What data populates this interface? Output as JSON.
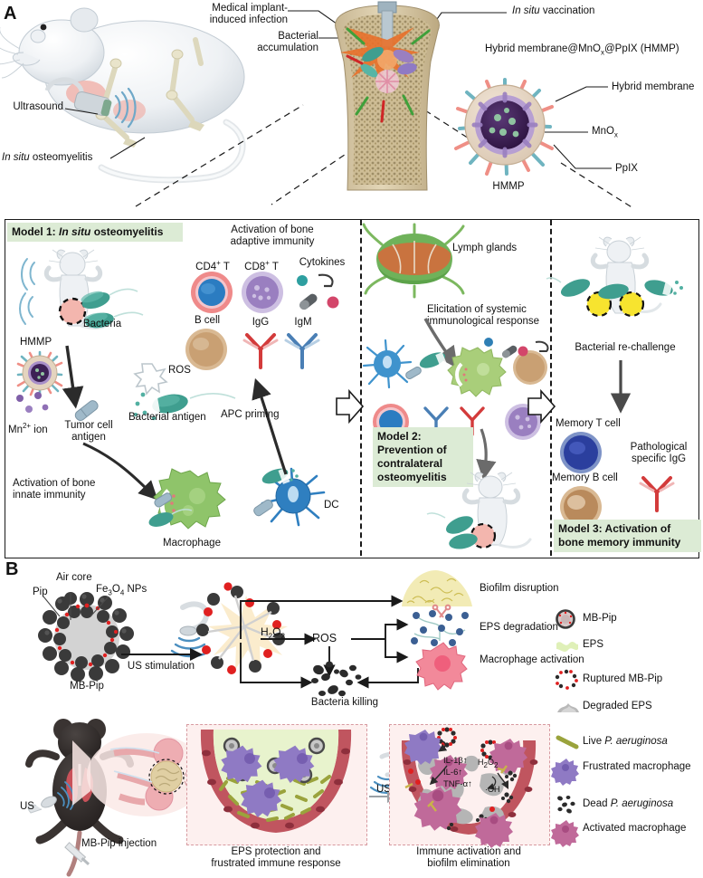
{
  "figure": {
    "panels": [
      {
        "letter": "A"
      },
      {
        "letter": "B"
      }
    ]
  },
  "panel_a": {
    "letter": "A",
    "top_labels": {
      "medical_implant": "Medical implant-\ninduced infection",
      "bacterial_accumulation": "Bacterial\naccumulation",
      "in_situ_vaccination_italic": "In situ",
      "in_situ_vaccination_rest": " vaccination",
      "ultrasound": "Ultrasound",
      "in_situ_osteomyelitis_italic": "In situ",
      "in_situ_osteomyelitis_rest": " osteomyelitis",
      "hmmp_full_name": "Hybrid membrane@MnO",
      "hmmp_full_name_sub": "x",
      "hmmp_full_name_tail": "@PpIX (HMMP)",
      "hybrid_membrane": "Hybrid membrane",
      "mnox": "MnO",
      "mnox_sub": "x",
      "ppix": "PpIX",
      "hmmp": "HMMP"
    },
    "model1": {
      "tag_prefix": "Model 1: ",
      "tag_italic": "In situ",
      "tag_suffix": " osteomyelitis",
      "bacteria": "Bacteria",
      "hmmp": "HMMP",
      "mn_ion_pre": "Mn",
      "mn_ion_sup": "2+",
      "mn_ion_post": " ion",
      "tumor_cell_antigen": "Tumor cell\nantigen",
      "ros": "ROS",
      "bacterial_antigen": "Bacterial antigen",
      "activation_innate": "Activation of bone\ninnate immunity",
      "macrophage": "Macrophage",
      "dc": "DC"
    },
    "adaptive": {
      "title": "Activation of bone\nadaptive immunity",
      "cd4_pre": "CD4",
      "cd4_sup": "+",
      "cd4_post": " T",
      "cd8_pre": "CD8",
      "cd8_sup": "+",
      "cd8_post": " T",
      "cytokines": "Cytokines",
      "b_cell": "B cell",
      "igg": "IgG",
      "igm": "IgM",
      "apc_priming": "APC priming"
    },
    "model2": {
      "lymph_glands": "Lymph glands",
      "elicitation": "Elicitation of systemic\nimmunological response",
      "tag": "Model 2:\nPrevention of\ncontralateral\nosteomyelitis"
    },
    "model3": {
      "bacterial_rechallenge": "Bacterial re-challenge",
      "memory_t_cell": "Memory T cell",
      "memory_b_cell": "Memory B cell",
      "pathological_igg": "Pathological\nspecific IgG",
      "tag": "Model 3: Activation of\nbone memory immunity"
    }
  },
  "panel_b": {
    "letter": "B",
    "mb_pip": {
      "air_core": "Air core",
      "pip": "Pip",
      "fe3o4_a": "Fe",
      "fe3o4_sub1": "3",
      "fe3o4_b": "O",
      "fe3o4_sub2": "4",
      "fe3o4_c": " NPs",
      "name": "MB-Pip",
      "us_stimulation": "US stimulation"
    },
    "mechanism": {
      "h2o2_a": "H",
      "h2o2_sub1": "2",
      "h2o2_b": "O",
      "h2o2_sub2": "2",
      "ros": "ROS",
      "biofilm_disruption": "Biofilm disruption",
      "eps_degradation": "EPS degradation",
      "macrophage_activation": "Macrophage activation",
      "bacteria_killing": "Bacteria killing"
    },
    "invivo": {
      "us": "US",
      "mb_pip_injection": "MB-Pip injection",
      "left_caption": "EPS protection and\nfrustrated immune response",
      "us_arrow": "US",
      "right_caption": "Immune activation and\nbiofilm elimination",
      "cytokines": "IL-1β↑\nIL-6↑\nTNF-α↑",
      "h2o2_a": "H",
      "h2o2_sub1": "2",
      "h2o2_b": "O",
      "h2o2_sub2": "2",
      "oh_radical": "·OH"
    },
    "legend": {
      "items": [
        {
          "icon": "mb-pip-icon",
          "label": "MB-Pip"
        },
        {
          "icon": "eps-icon",
          "label": "EPS"
        },
        {
          "icon": "ruptured-mb-pip-icon",
          "label": "Ruptured MB-Pip"
        },
        {
          "icon": "degraded-eps-icon",
          "label": "Degraded EPS"
        },
        {
          "icon": "live-bacteria-icon",
          "label_pre": "Live ",
          "label_italic": "P. aeruginosa",
          "label": "Live P. aeruginosa"
        },
        {
          "icon": "frustrated-macrophage-icon",
          "label": "Frustrated macrophage"
        },
        {
          "icon": "dead-bacteria-icon",
          "label_pre": "Dead ",
          "label_italic": "P. aeruginosa",
          "label": "Dead P. aeruginosa"
        },
        {
          "icon": "activated-macrophage-icon",
          "label": "Activated macrophage"
        }
      ]
    }
  },
  "colors": {
    "green_tag_bg": "#dcebd5",
    "bacteria_teal": "#3f9e8f",
    "macrophage_green": "#8fc46a",
    "dc_blue": "#2f7fc0",
    "cd4_red": "#ef8a8a",
    "cd4_blue": "#2b7cc1",
    "cd8_purple": "#9a7fc0",
    "bcell_tan": "#c9a073",
    "igg_red": "#d33b3b",
    "igm_blue": "#4a7fb5",
    "memory_t_blue": "#2b3f9e",
    "lymph_green": "#6fb25a",
    "eps_green": "#e8f3cd",
    "tissue_pink": "#fbeaea",
    "vessel_red": "#c0555f",
    "frustrated_purple": "#8f7ac4",
    "activated_macrophage": "#c06a9a",
    "mb_pip_dark": "#3a3a3a",
    "pip_red": "#e02020",
    "biofilm_yellow": "#e8dc8a",
    "eps_node_blue": "#3b5f93",
    "macrophage_pink": "#f2899a"
  }
}
